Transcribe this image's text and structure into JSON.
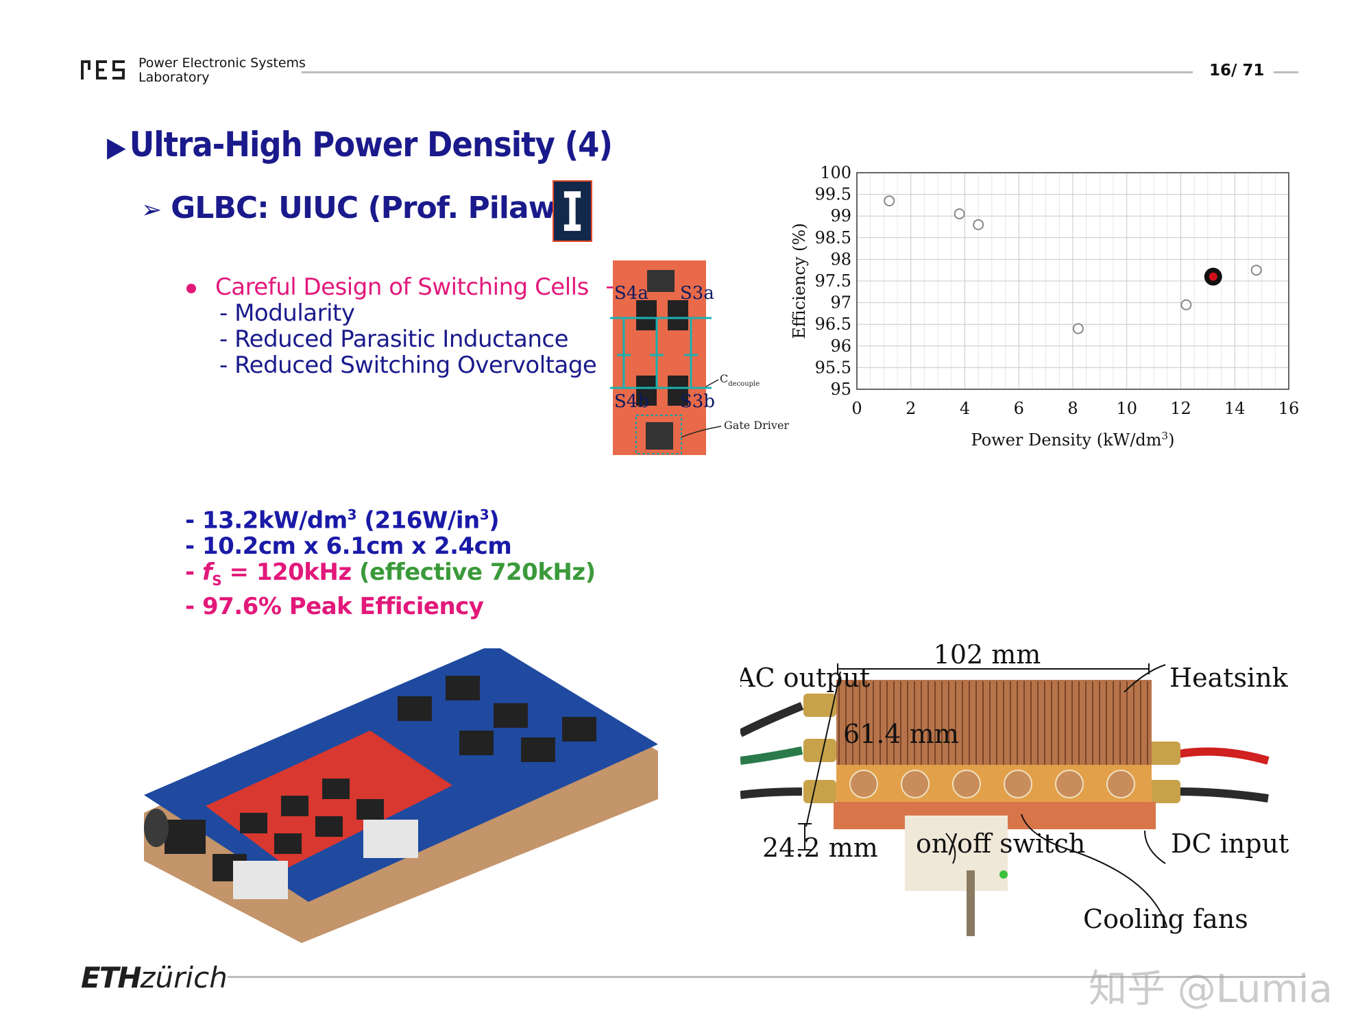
{
  "header": {
    "lab_line1": "Power Electronic Systems",
    "lab_line2": "Laboratory",
    "page": "16/ 71"
  },
  "title": "Ultra-High Power Density (4)",
  "subtitle": "GLBC: UIUC (Prof. Pilawa)",
  "bullets": {
    "main": "Careful Design of Switching Cells",
    "arrow": "→",
    "items": [
      "- Modularity",
      "- Reduced Parasitic Inductance",
      "- Reduced Switching Overvoltage"
    ]
  },
  "schematic_labels": {
    "s4a": "S4a",
    "s3a": "S3a",
    "s4b": "S4b",
    "s3b": "S3b",
    "c_decouple_main": "C",
    "c_decouple_sub": "decouple",
    "gate_driver": "Gate Driver"
  },
  "specs": {
    "line1_prefix": "- 13.2kW/dm",
    "line1_sup": "3",
    "line1_mid": " (216W/in",
    "line1_sup2": "3",
    "line1_end": ")",
    "line2": "- 10.2cm x 6.1cm x 2.4cm",
    "line3_prefix": "- ",
    "line3_f": "f",
    "line3_sub": "S",
    "line3_value": " = 120kHz ",
    "line3_effective": "(effective 720kHz)",
    "line4": "- 97.6% Peak Efficiency"
  },
  "chart_data": {
    "type": "scatter",
    "xlabel": "Power Density (kW/dm",
    "xlabel_sup": "3",
    "xlabel_end": ")",
    "ylabel": "Efficiency (%)",
    "xlim": [
      0,
      16
    ],
    "ylim": [
      95,
      100
    ],
    "xticks": [
      0,
      2,
      4,
      6,
      8,
      10,
      12,
      14,
      16
    ],
    "yticks": [
      "95",
      "95.5",
      "96",
      "96.5",
      "97",
      "97.5",
      "98",
      "98.5",
      "99",
      "99.5",
      "100"
    ],
    "grid": true,
    "series": [
      {
        "points": [
          {
            "x": 1.2,
            "y": 99.35
          },
          {
            "x": 3.8,
            "y": 99.05
          },
          {
            "x": 4.5,
            "y": 98.8
          },
          {
            "x": 8.2,
            "y": 96.4
          },
          {
            "x": 12.2,
            "y": 96.95
          },
          {
            "x": 14.8,
            "y": 97.75
          }
        ],
        "color": "#888888"
      },
      {
        "points": [
          {
            "x": 13.2,
            "y": 97.6
          }
        ],
        "color": "#d0101a",
        "highlight": true
      }
    ]
  },
  "prototype_labels": {
    "width": "102 mm",
    "ac_output": "AC output",
    "heatsink": "Heatsink",
    "length": "61.4 mm",
    "height": "24.2 mm",
    "switch": "on/off switch",
    "dc_input": "DC input",
    "fans": "Cooling fans"
  },
  "footer": {
    "eth_bold": "ETH",
    "eth_rest": "zürich"
  },
  "watermark": "知乎 @Lumia",
  "colors": {
    "title_blue": "#1a1a8c",
    "accent_pink": "#e2187a",
    "accent_green": "#3a9a3a",
    "highlight_red": "#d0101a"
  }
}
